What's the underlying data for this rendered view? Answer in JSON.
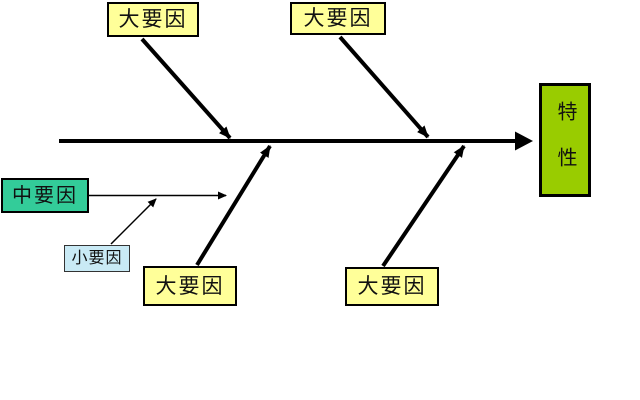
{
  "diagram": {
    "type": "fishbone-cause-effect",
    "background_color": "#FFFFFF",
    "arrow_color": "#000000",
    "effect": {
      "label": "特性",
      "fill_color": "#99CC00"
    },
    "major_factors": [
      {
        "label": "大要因",
        "position": "top-left"
      },
      {
        "label": "大要因",
        "position": "top-right"
      },
      {
        "label": "大要因",
        "position": "bottom-left"
      },
      {
        "label": "大要因",
        "position": "bottom-right"
      }
    ],
    "major_fill_color": "#FFFF99",
    "medium_factor": {
      "label": "中要因",
      "fill_color": "#33CC99"
    },
    "minor_factor": {
      "label": "小要因",
      "fill_color": "#C9EAF5"
    }
  }
}
